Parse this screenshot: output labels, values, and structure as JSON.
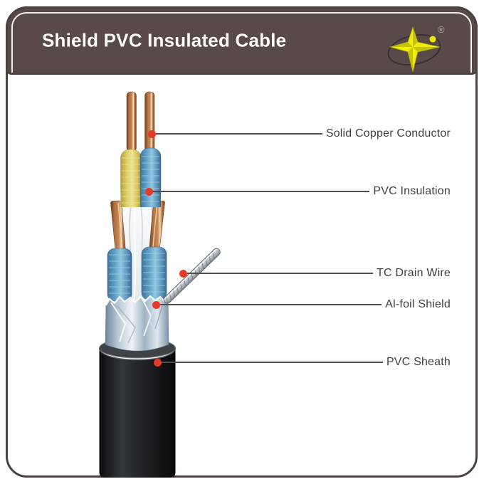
{
  "header": {
    "title": "Shield PVC Insulated Cable",
    "logo": {
      "registered_mark": "®"
    }
  },
  "diagram": {
    "labels": [
      {
        "text": "Solid Copper Conductor"
      },
      {
        "text": "PVC Insulation"
      },
      {
        "text": "TC Drain Wire"
      },
      {
        "text": "Al-foil Shield"
      },
      {
        "text": "PVC Sheath"
      }
    ]
  },
  "colors": {
    "frame_brown": "#574a49",
    "accent_red": "#e63a28",
    "star_yellow": "#efec0c",
    "label_gray": "#3e3e3e",
    "copper": "#b5744a",
    "insulation_yellow": "#ddd06b",
    "insulation_blue": "#5f9cc4",
    "foil_silver": "#b9c9d6",
    "sheath_black": "#17191c"
  }
}
